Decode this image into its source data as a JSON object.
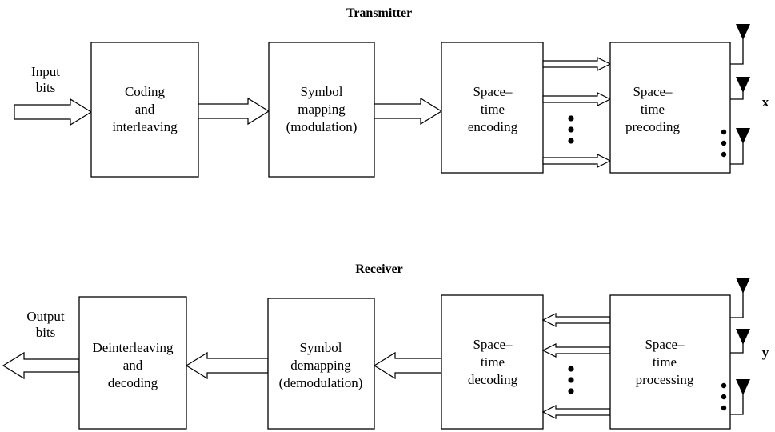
{
  "transmitter": {
    "heading": "Transmitter",
    "input_label": [
      "Input",
      "bits"
    ],
    "blocks": [
      [
        "Coding",
        "and",
        "interleaving"
      ],
      [
        "Symbol",
        "mapping",
        "(modulation)"
      ],
      [
        "Space–",
        "time",
        "encoding"
      ],
      [
        "Space–",
        "time",
        "precoding"
      ]
    ],
    "output_symbol": "x"
  },
  "receiver": {
    "heading": "Receiver",
    "output_label": [
      "Output",
      "bits"
    ],
    "blocks": [
      [
        "Deinterleaving",
        "and",
        "decoding"
      ],
      [
        "Symbol",
        "demapping",
        "(demodulation)"
      ],
      [
        "Space–",
        "time",
        "decoding"
      ],
      [
        "Space–",
        "time",
        "processing"
      ]
    ],
    "input_symbol": "y"
  }
}
